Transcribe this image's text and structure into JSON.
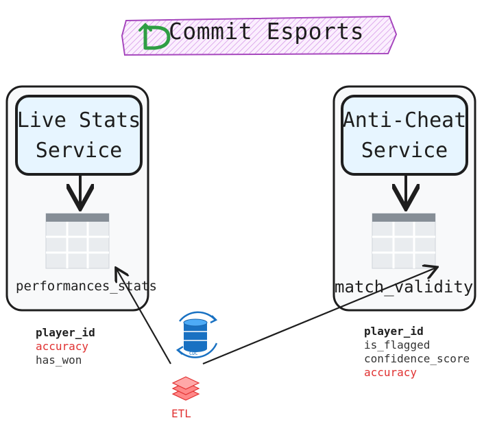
{
  "title": "Commit Esports",
  "services": [
    {
      "name": "Live Stats Service",
      "table": "performances_stats"
    },
    {
      "name": "Anti-Cheat Service",
      "table": "match_validity"
    }
  ],
  "fields_left": [
    {
      "text": "player_id",
      "style": "bold"
    },
    {
      "text": "accuracy",
      "style": "red"
    },
    {
      "text": "has_won",
      "style": "normal"
    }
  ],
  "fields_right": [
    {
      "text": "player_id",
      "style": "bold"
    },
    {
      "text": "is_flagged",
      "style": "normal"
    },
    {
      "text": "confidence_score",
      "style": "normal"
    },
    {
      "text": "accuracy",
      "style": "red"
    }
  ],
  "cdc_label": "CDC",
  "etl_label": "ETL",
  "colors": {
    "title_border": "#9c36b5",
    "title_fill": "#eebefa",
    "logo_green": "#2f9e44",
    "service_fill": "#e7f5ff",
    "container_fill": "#f8f9fa",
    "accent_red": "#e03131",
    "cdc_blue": "#1971c2"
  }
}
